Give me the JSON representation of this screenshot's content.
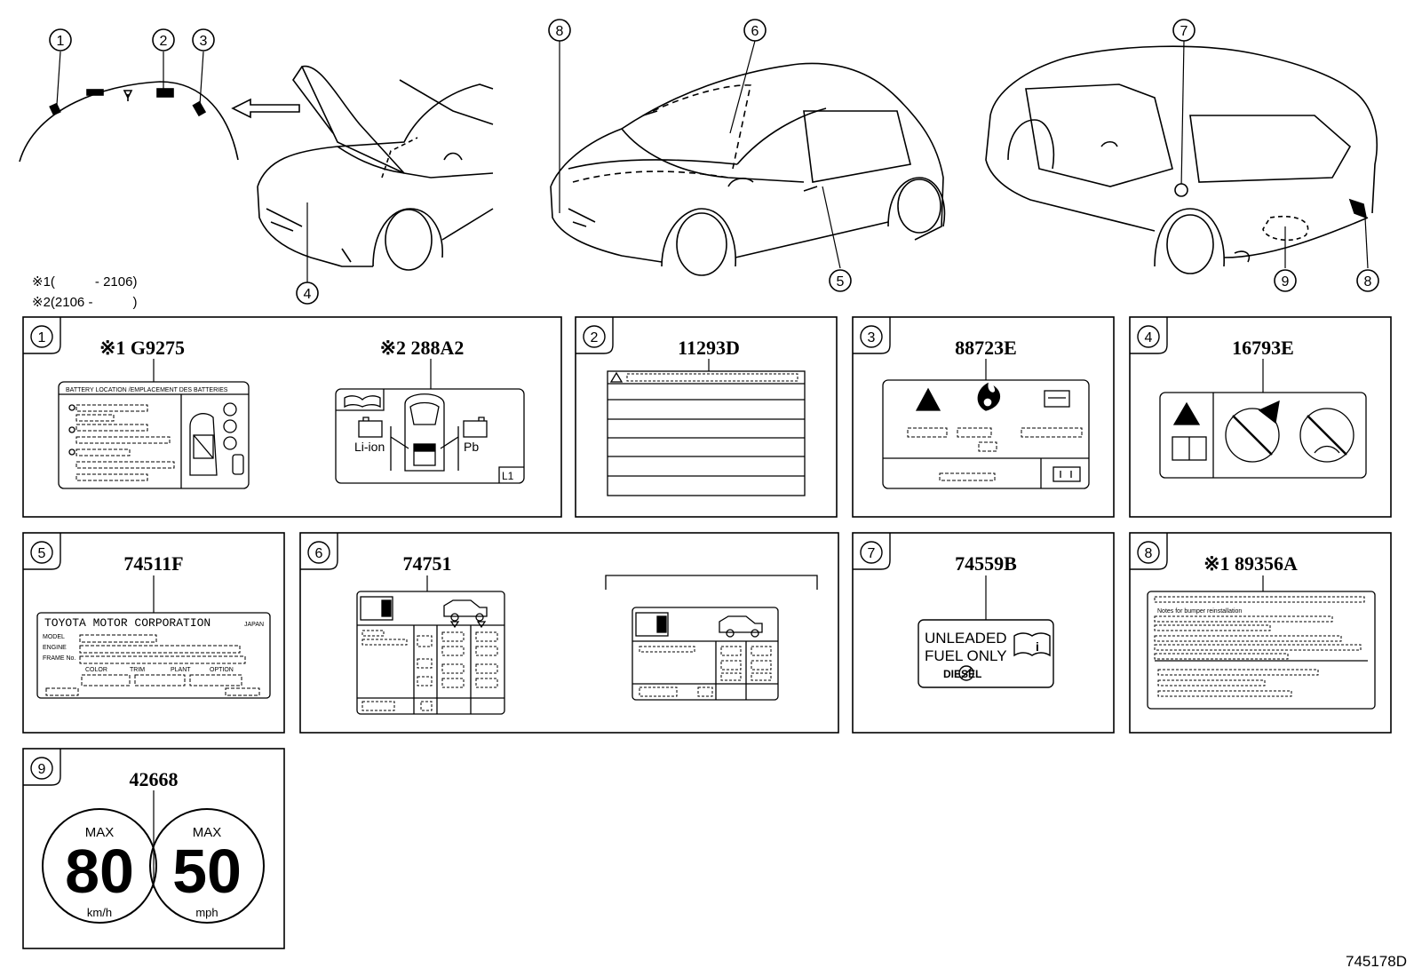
{
  "diagram": {
    "legend": {
      "note1": "※1(　　　- 2106)",
      "note2": "※2(2106 -　　　)"
    },
    "reference_code": "745178D",
    "callouts": [
      "1",
      "2",
      "3",
      "4",
      "5",
      "6",
      "7",
      "8",
      "9"
    ],
    "panels": {
      "p1": {
        "num": "1",
        "part_a": "※1 G9275",
        "part_b": "※2 288A2",
        "a_title": "BATTERY LOCATION /EMPLACEMENT DES BATTERIES",
        "b_liion": "Li-ion",
        "b_pb": "Pb",
        "b_tag": "L1"
      },
      "p2": {
        "num": "2",
        "part": "11293D"
      },
      "p3": {
        "num": "3",
        "part": "88723E"
      },
      "p4": {
        "num": "4",
        "part": "16793E"
      },
      "p5": {
        "num": "5",
        "part": "74511F",
        "maker": "TOYOTA MOTOR CORPORATION",
        "country": "JAPAN",
        "model": "MODEL",
        "engine": "ENGINE",
        "frame": "FRAME No.",
        "color": "COLOR",
        "trim": "TRIM",
        "plant": "PLANT",
        "option": "OPTION"
      },
      "p6": {
        "num": "6",
        "part": "74751"
      },
      "p7": {
        "num": "7",
        "part": "74559B",
        "line1": "UNLEADED",
        "line2": "FUEL ONLY",
        "line3": "DIESEL"
      },
      "p8": {
        "num": "8",
        "part": "※1 89356A",
        "note": "Notes for bumper reinstallation"
      },
      "p9": {
        "num": "9",
        "part": "42668",
        "max1": "MAX",
        "speed1": "80",
        "unit1": "km/h",
        "max2": "MAX",
        "speed2": "50",
        "unit2": "mph"
      }
    }
  }
}
